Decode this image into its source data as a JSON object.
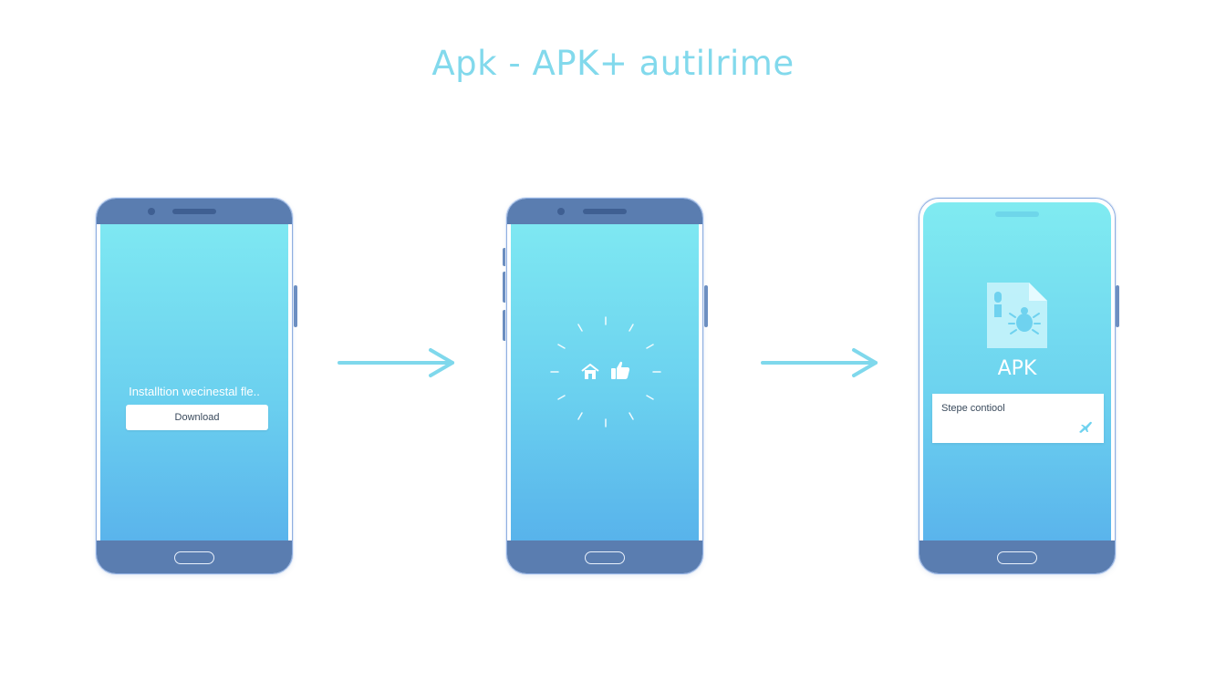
{
  "title": "Apk - APK+ autilrime",
  "colors": {
    "title": "#82d9ec",
    "arrow": "#7fd8ec",
    "bezel": "#5a7db0",
    "screen_top": "#7ee8f2",
    "screen_bottom": "#5ab4ec"
  },
  "phones": [
    {
      "install_text": "Installtion wecinestal fle..",
      "button_label": "Download"
    },
    {
      "icons": [
        "home-icon",
        "thumbs-up-icon",
        "loading-rays-icon"
      ]
    },
    {
      "file_icon": "apk-file-bug-icon",
      "file_label": "APK",
      "step_card_text": "Stepe contiool",
      "card_icon": "plane-icon"
    }
  ],
  "arrow_icons": [
    "right-arrow-icon",
    "right-arrow-icon"
  ]
}
